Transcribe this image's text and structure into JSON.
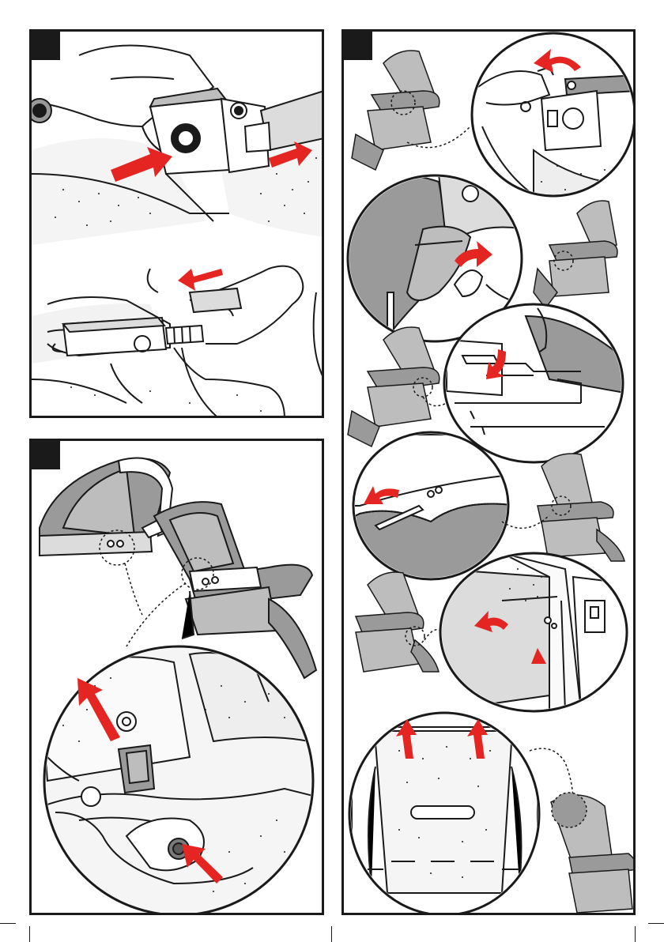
{
  "page": {
    "background": "#ffffff",
    "line_color": "#1a1a1a",
    "arrow_color": "#e52521",
    "fabric_gray": "#9a9a9a",
    "light_gray": "#cfcfcf"
  },
  "panels": [
    {
      "id": "panel-a",
      "step": "",
      "scenes": [
        "press-button-pull-strap",
        "release-buckle-tongue"
      ]
    },
    {
      "id": "panel-b",
      "step": "",
      "scenes": [
        "remove-canopy",
        "press-hinge-button"
      ]
    },
    {
      "id": "panel-c",
      "step": "",
      "scenes": [
        "unclip-strap-top",
        "pull-fabric-flap",
        "unhook-bracket",
        "pull-out-strap",
        "pull-fabric-corner",
        "lift-seat-cover"
      ]
    }
  ],
  "icons": {
    "arrow": "red-arrow-icon",
    "detail": "magnifier-circle-icon"
  }
}
